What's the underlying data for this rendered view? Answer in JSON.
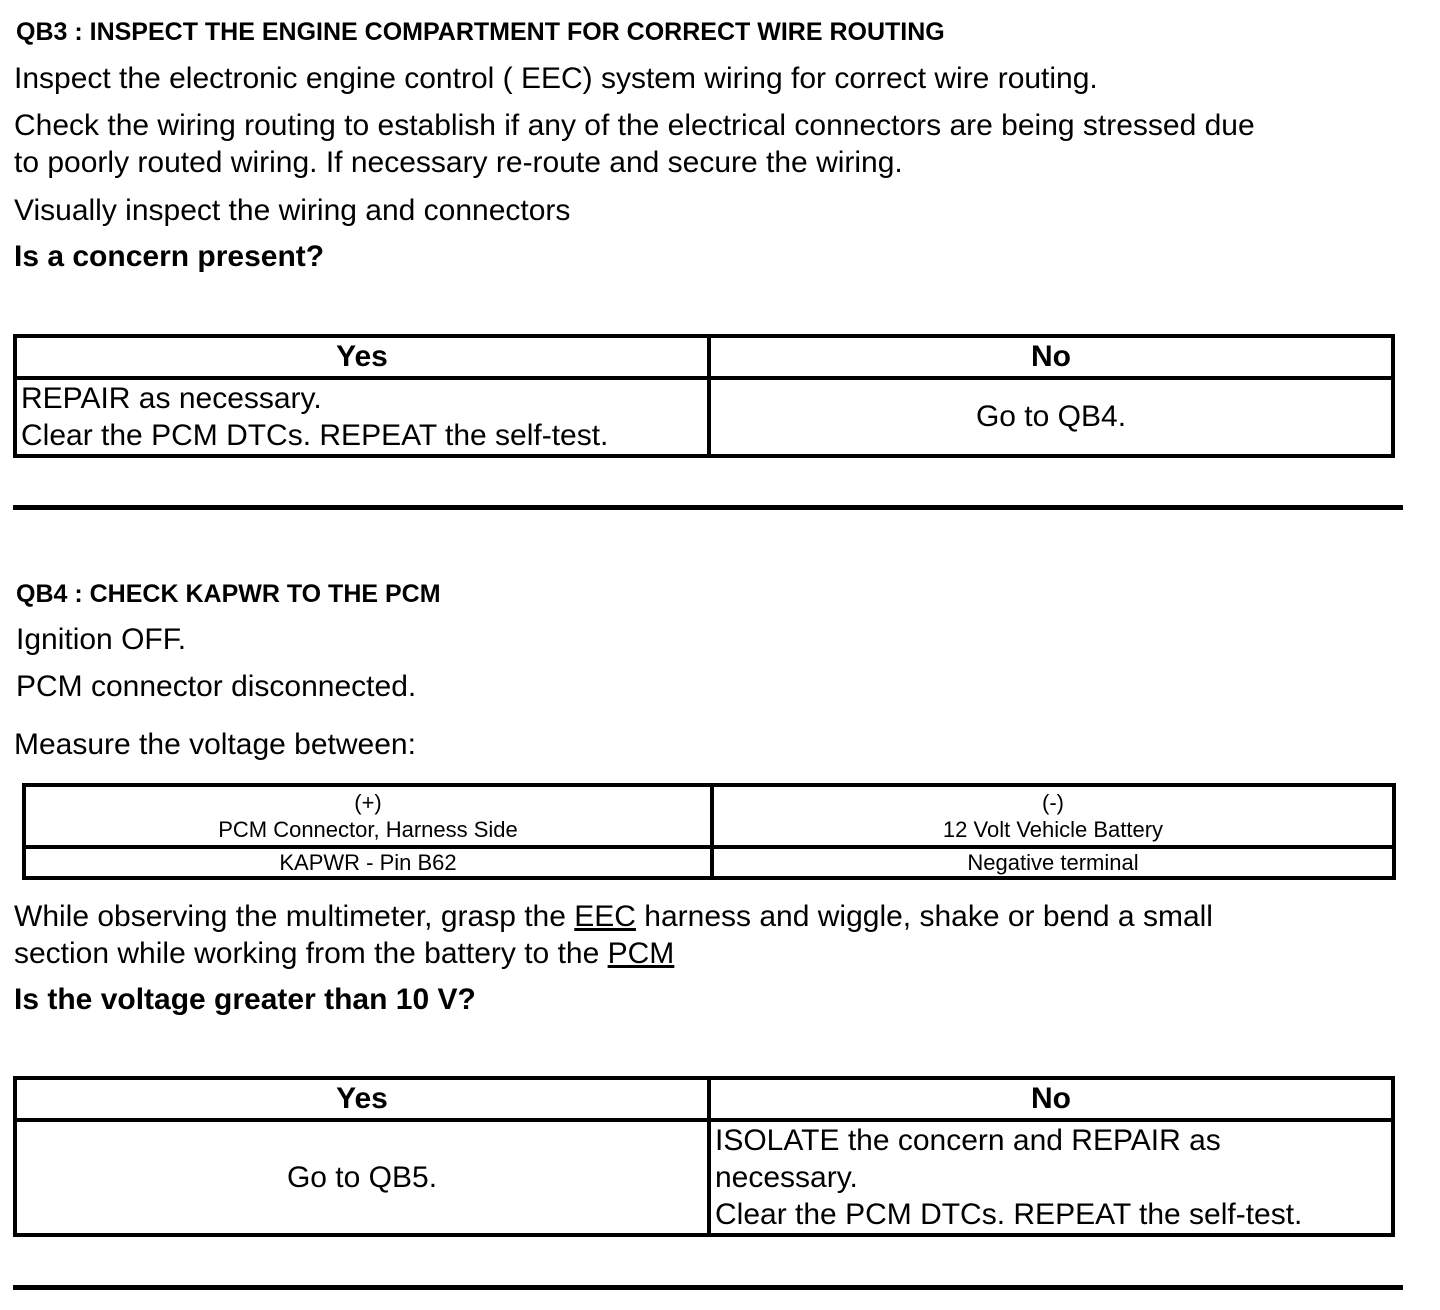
{
  "qb3": {
    "heading": "QB3 : INSPECT THE ENGINE COMPARTMENT FOR CORRECT WIRE ROUTING",
    "p1": "Inspect the electronic engine control ( EEC) system wiring for correct wire routing.",
    "p2_line1": "Check the wiring routing to establish if any of the electrical connectors are being stressed due",
    "p2_line2": "to poorly routed wiring. If necessary re-route and secure the wiring.",
    "p3": "Visually inspect the wiring and connectors",
    "question": "Is a concern present?",
    "table": {
      "yes_header": "Yes",
      "no_header": "No",
      "yes_line1": "REPAIR as necessary.",
      "yes_line2": "Clear the PCM DTCs. REPEAT the self-test.",
      "no_text": "Go to QB4."
    }
  },
  "qb4": {
    "heading": "QB4 : CHECK KAPWR TO THE PCM",
    "p1": "Ignition OFF.",
    "p2": "PCM connector disconnected.",
    "p3": "Measure the voltage between:",
    "measure": {
      "pos_symbol": "(+)",
      "pos_label": "PCM Connector, Harness Side",
      "neg_symbol": "(-)",
      "neg_label": "12 Volt Vehicle Battery",
      "pos_value": "KAPWR - Pin B62",
      "neg_value": "Negative terminal"
    },
    "p4_part1": "While observing the multimeter, grasp the ",
    "p4_eec": "EEC",
    "p4_part2": " harness and wiggle, shake or bend a small",
    "p4_line2": "section while working from the battery to the ",
    "p4_pcm": "PCM",
    "question": "Is the voltage greater than 10 V?",
    "table": {
      "yes_header": "Yes",
      "no_header": "No",
      "yes_text": "Go to QB5.",
      "no_line1": "ISOLATE the concern and REPAIR as",
      "no_line2": "necessary.",
      "no_line3": "Clear the PCM DTCs. REPEAT the self-test."
    }
  }
}
